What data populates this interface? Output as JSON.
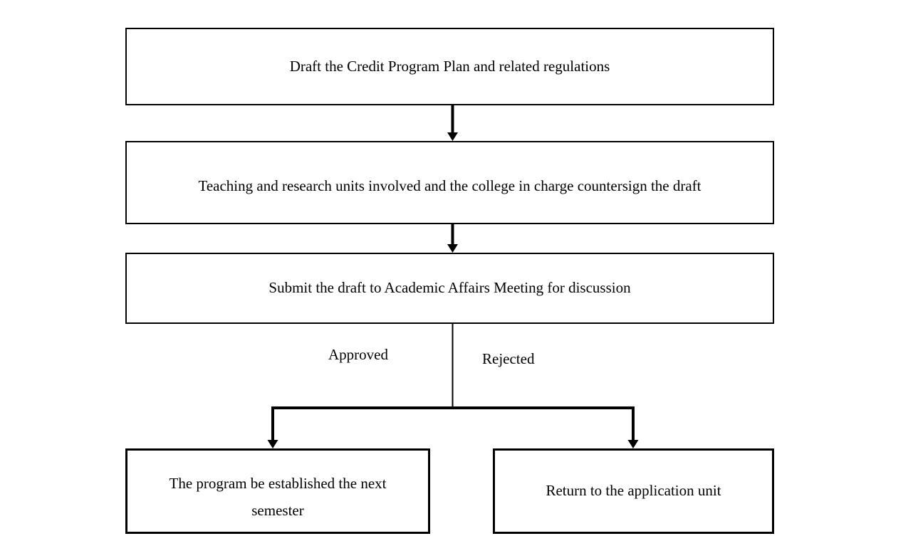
{
  "flowchart": {
    "nodes": [
      {
        "id": "draft",
        "label": "Draft the Credit Program Plan and related regulations"
      },
      {
        "id": "countersign",
        "label": "Teaching and research units involved and the college in charge countersign the draft"
      },
      {
        "id": "submit",
        "label": "Submit the draft to Academic Affairs Meeting for discussion"
      },
      {
        "id": "established",
        "label": "The program be established the next semester"
      },
      {
        "id": "return",
        "label": "Return to the application unit"
      }
    ],
    "edges": [
      {
        "from": "draft",
        "to": "countersign",
        "label": ""
      },
      {
        "from": "countersign",
        "to": "submit",
        "label": ""
      },
      {
        "from": "submit",
        "to": "established",
        "label": "Approved"
      },
      {
        "from": "submit",
        "to": "return",
        "label": "Rejected"
      }
    ],
    "colors": {
      "line": "#000000",
      "text": "#000000",
      "background": "#ffffff",
      "node_fill": "#ffffff"
    }
  }
}
